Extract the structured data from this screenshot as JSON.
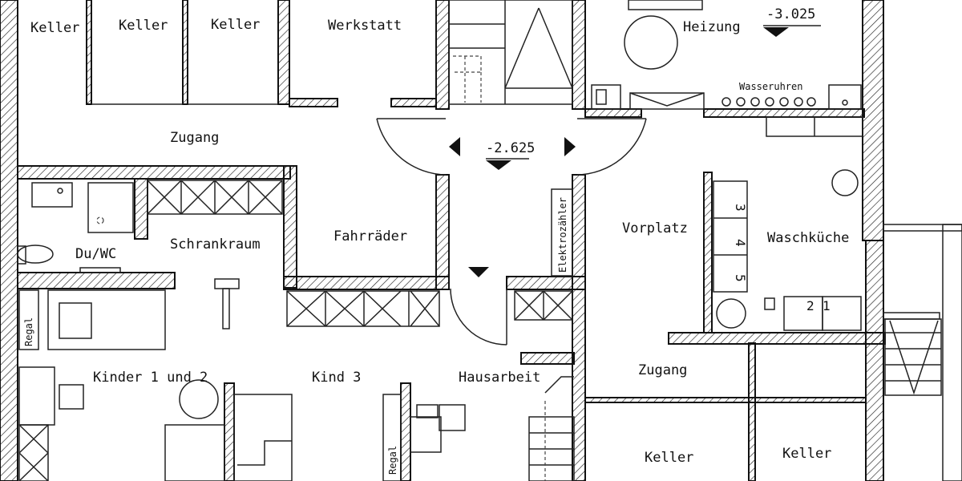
{
  "colors": {
    "line": "#111111",
    "hatch": "#222222",
    "paper": "#ffffff"
  },
  "rooms": {
    "keller_1": "Keller",
    "keller_2": "Keller",
    "keller_3": "Keller",
    "werkstatt": "Werkstatt",
    "heizung": "Heizung",
    "zugang_top": "Zugang",
    "du_wc": "Du/WC",
    "schrankraum": "Schrankraum",
    "fahrraeder": "Fahrräder",
    "vorplatz": "Vorplatz",
    "waschkueche": "Waschküche",
    "kinder": "Kinder 1 und 2",
    "kind3": "Kind 3",
    "hausarbeit": "Hausarbeit",
    "zugang_bottom": "Zugang",
    "keller_4": "Keller",
    "keller_5": "Keller"
  },
  "labels": {
    "wasseruhren": "Wasseruhren",
    "elektrozaehler": "Elektrozähler",
    "regal_1": "Regal",
    "regal_2": "Regal",
    "num_1": "1",
    "num_2": "2",
    "num_3": "3",
    "num_4": "4",
    "num_5": "5"
  },
  "levels": {
    "center": "-2.625",
    "heizung": "-3.025"
  },
  "icons": {
    "arrow_left": "arrow-left-icon",
    "arrow_right": "arrow-right-icon",
    "arrow_down": "arrow-down-icon",
    "level_marker": "level-marker-icon"
  }
}
